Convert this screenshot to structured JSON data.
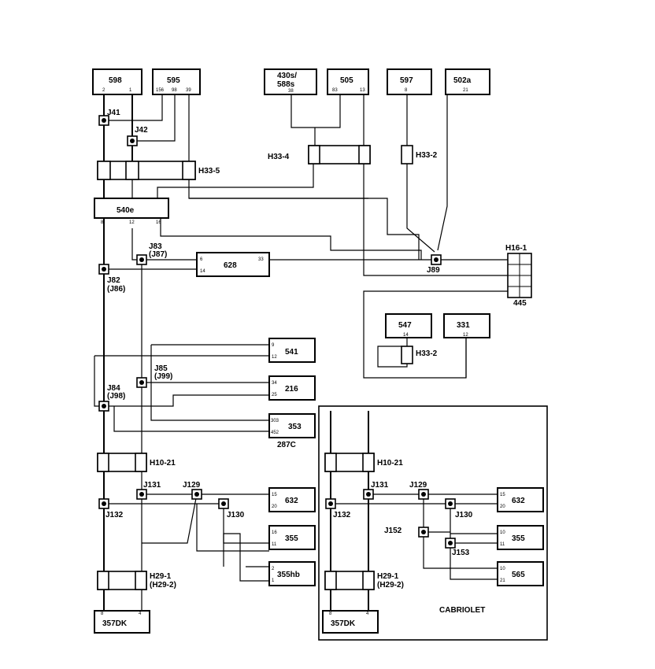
{
  "components": {
    "c598": "598",
    "c595": "595",
    "c430": "430s/",
    "c430b": "588s",
    "c505": "505",
    "c597": "597",
    "c502a": "502a",
    "c540e": "540e",
    "c628": "628",
    "c547": "547",
    "c331": "331",
    "c541": "541",
    "c216": "216",
    "c353": "353",
    "c632": "632",
    "c355": "355",
    "c355hb": "355hb",
    "c357dk": "357DK",
    "c632b": "632",
    "c355b": "355",
    "c565": "565",
    "c357dkb": "357DK"
  },
  "connectors": {
    "h33_5": "H33-5",
    "h33_4": "H33-4",
    "h33_2a": "H33-2",
    "h33_2b": "H33-2",
    "h16_1": "H16-1",
    "n445": "445",
    "n287c": "287C",
    "h10_21": "H10-21",
    "h10_21b": "H10-21",
    "h29_1": "H29-1",
    "h29_2": "(H29-2)",
    "h29_1b": "H29-1",
    "h29_2b": "(H29-2)"
  },
  "junctions": {
    "j41": "J41",
    "j42": "J42",
    "j83": "J83",
    "j87": "(J87)",
    "j82": "J82",
    "j86": "(J86)",
    "j89": "J89",
    "j85": "J85",
    "j99": "(J99)",
    "j84": "J84",
    "j98": "(J98)",
    "j131": "J131",
    "j129": "J129",
    "j130": "J130",
    "j132": "J132",
    "j131b": "J131",
    "j129b": "J129",
    "j132b": "J132",
    "j130b": "J130",
    "j152": "J152",
    "j153": "J153"
  },
  "pins": {
    "p598a": "2",
    "p598b": "1",
    "p595a": "156",
    "p595b": "98",
    "p595c": "39",
    "p430": "38",
    "p505a": "83",
    "p505b": "13",
    "p597": "8",
    "p502a": "21",
    "p540a": "8",
    "p540b": "12",
    "p540c": "16",
    "p628a": "6",
    "p628b": "14",
    "p628c": "33",
    "p547": "14",
    "p331": "12",
    "p541a": "9",
    "p541b": "12",
    "p216a": "34",
    "p216b": "25",
    "p353a": "303",
    "p353b": "452",
    "p632a": "15",
    "p632b": "20",
    "p355a": "16",
    "p355b": "11",
    "p355hba": "2",
    "p355hbb": "1",
    "p357a": "8",
    "p357b": "4",
    "p632ba": "15",
    "p632bb": "20",
    "p355ba": "10",
    "p355bb": "11",
    "p565a": "10",
    "p565b": "21",
    "p357ba": "8",
    "p357bb": "4"
  },
  "cabriolet_label": "CABRIOLET"
}
